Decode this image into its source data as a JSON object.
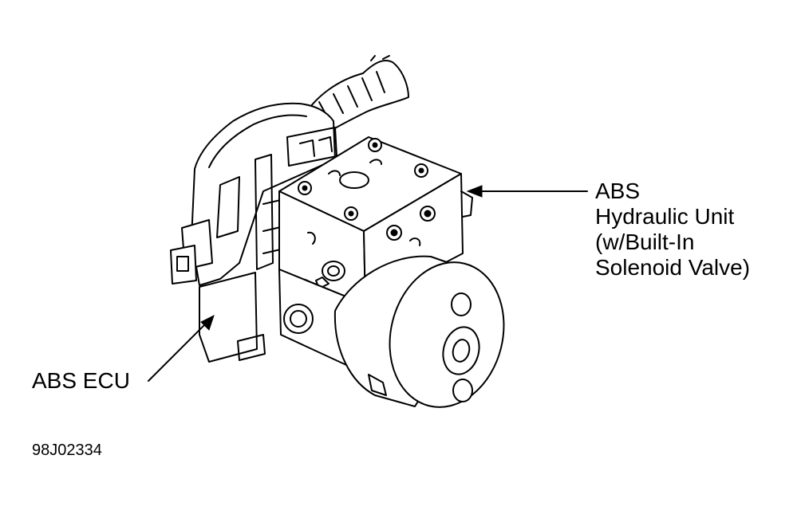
{
  "labels": {
    "hydraulic_unit": [
      "ABS",
      "Hydraulic Unit",
      "(w/Built-In",
      "Solenoid Valve)"
    ],
    "ecu": "ABS ECU"
  },
  "figure_code": "98J02334",
  "colors": {
    "ink": "#000000",
    "paper": "#ffffff"
  }
}
